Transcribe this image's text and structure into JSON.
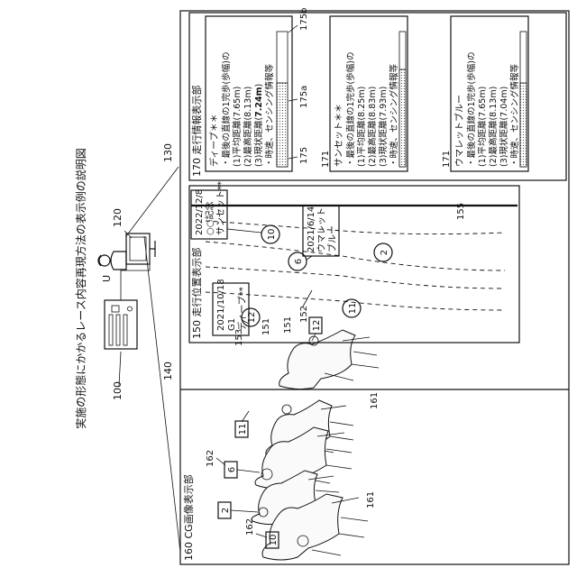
{
  "figure_title": "実施の形態にかかるレース内容再現方法の表示例の説明図",
  "refs": {
    "r100": "100",
    "r120": "120",
    "r_user": "U",
    "r130": "130",
    "r140": "140",
    "r151a": "151",
    "r151b": "151",
    "r152": "152",
    "r153": "153",
    "r155": "155",
    "r161a": "161",
    "r161b": "161",
    "r162a": "162",
    "r162b": "162",
    "r171a": "171",
    "r171b": "171",
    "r175": "175",
    "r175a": "175a",
    "r175b": "175b"
  },
  "cg_panel": {
    "title": "160 CG画像表示部",
    "horse_labels": [
      "12",
      "11",
      "6",
      "2",
      "10"
    ]
  },
  "position_panel": {
    "title": "150 走行位置表示部",
    "markers": [
      "12",
      "10",
      "6",
      "2",
      "11"
    ],
    "callout_deep": {
      "date": "2021/10/18",
      "race": "G1",
      "name": "ディープ**"
    },
    "callout_sunset": {
      "date": "2022/12/8",
      "race": "○○記念",
      "name": "サンセット**"
    },
    "callout_umalet": {
      "date": "2021/6/14",
      "name": "ウマレット",
      "name2": "ブルー"
    }
  },
  "info_panel": {
    "title": "170 走行情報表示部",
    "cards": [
      {
        "name": "ディープ＊＊",
        "l1": "・最後の直線の1完歩(歩幅)の",
        "l2": "(1)平均距離(7.65m)",
        "l3": "(2)最高距離(8.13m)",
        "l4": "(3)現状距離(",
        "l4b": "7.24m",
        "l4c": ")",
        "l5": "・時速、センシング情報等",
        "gauge_fill": 0.62
      },
      {
        "name": "サンセット＊＊",
        "l1": "・最後の直線の1完歩(歩幅)の",
        "l2": "(1)平均距離(8.25m)",
        "l3": "(2)最高距離(8.83m)",
        "l4": "(3)現状距離(7.93m)",
        "l4b": "",
        "l4c": "",
        "l5": "・時速、センシング情報等",
        "gauge_fill": 0.72
      },
      {
        "name": "ウマレットブルー",
        "l1": "・最後の直線の1完歩(歩幅)の",
        "l2": "(1)平均距離(7.65m)",
        "l3": "(2)最高距離(8.13m)",
        "l4": "(3)現状距離(7.04m)",
        "l4b": "",
        "l4c": "",
        "l5": "・時速、センシング情報等",
        "gauge_fill": 0.62
      }
    ]
  }
}
